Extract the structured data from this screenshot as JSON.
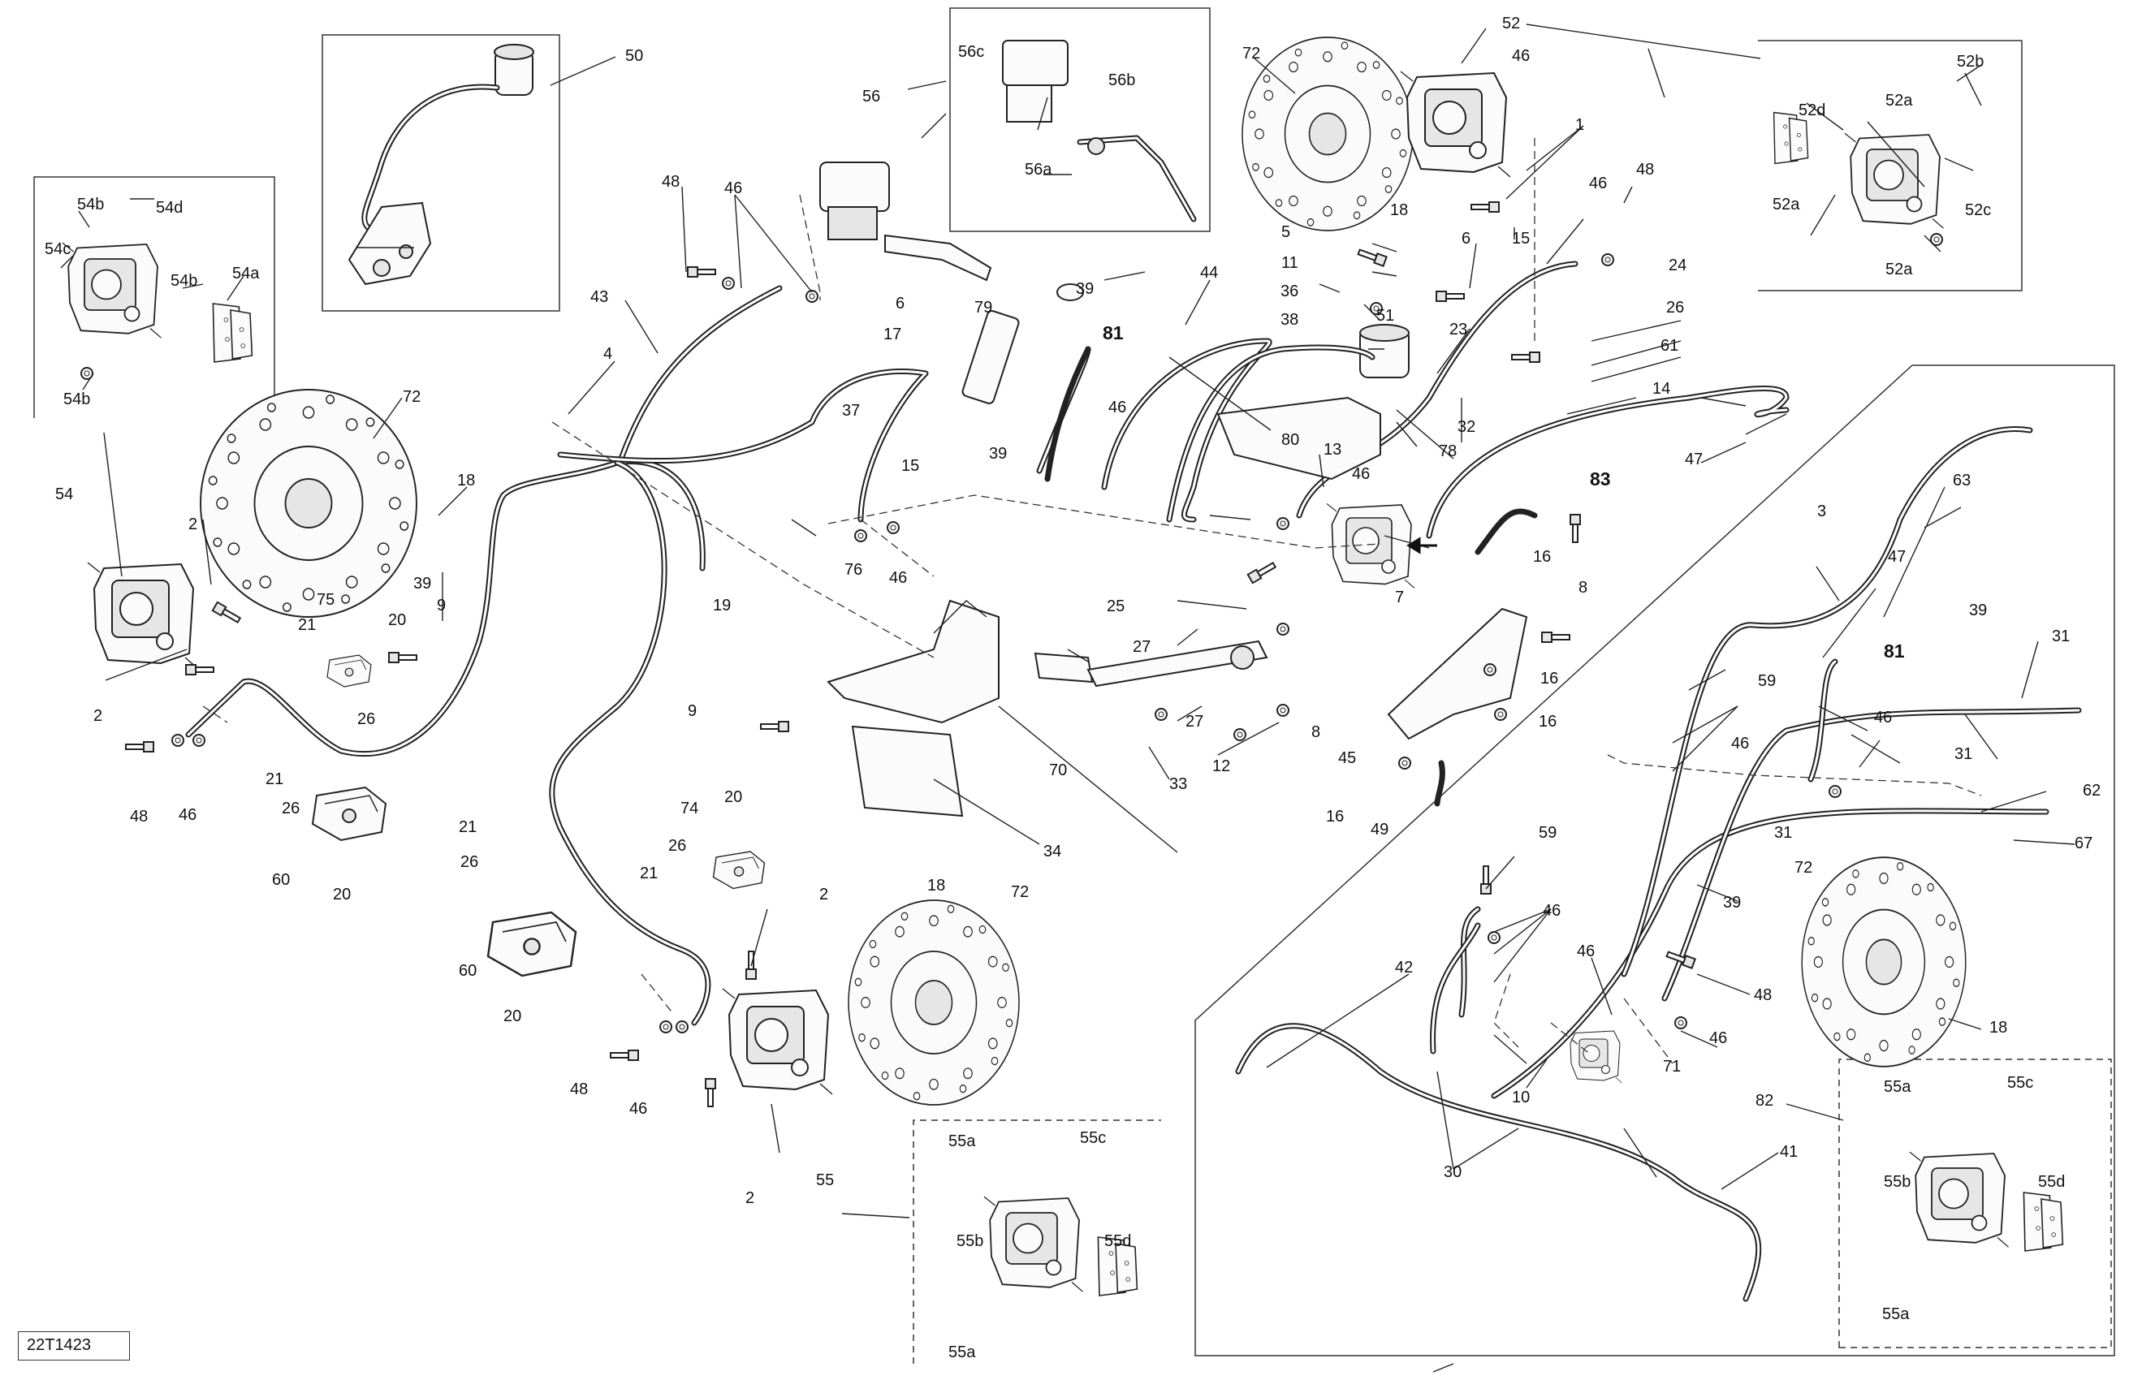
{
  "diagram": {
    "reference_code": "22T1423",
    "callouts": {
      "c1": "1",
      "c2": "2",
      "c3": "3",
      "c4": "4",
      "c5": "5",
      "c6": "6",
      "c7": "7",
      "c8": "8",
      "c9": "9",
      "c10": "10",
      "c11": "11",
      "c12": "12",
      "c13": "13",
      "c14": "14",
      "c15": "15",
      "c16": "16",
      "c17": "17",
      "c18": "18",
      "c19": "19",
      "c20": "20",
      "c21": "21",
      "c23": "23",
      "c24": "24",
      "c25": "25",
      "c26": "26",
      "c27": "27",
      "c30": "30",
      "c31": "31",
      "c32": "32",
      "c33": "33",
      "c34": "34",
      "c36": "36",
      "c37": "37",
      "c38": "38",
      "c39": "39",
      "c41": "41",
      "c42": "42",
      "c43": "43",
      "c44": "44",
      "c45": "45",
      "c46": "46",
      "c47": "47",
      "c48": "48",
      "c49": "49",
      "c50": "50",
      "c51": "51",
      "c52": "52",
      "c52a": "52a",
      "c52b": "52b",
      "c52c": "52c",
      "c52d": "52d",
      "c54": "54",
      "c54a": "54a",
      "c54b": "54b",
      "c54c": "54c",
      "c54d": "54d",
      "c55": "55",
      "c55a": "55a",
      "c55b": "55b",
      "c55c": "55c",
      "c55d": "55d",
      "c56": "56",
      "c56a": "56a",
      "c56b": "56b",
      "c56c": "56c",
      "c59": "59",
      "c60": "60",
      "c61": "61",
      "c62": "62",
      "c63": "63",
      "c67": "67",
      "c70": "70",
      "c71": "71",
      "c72": "72",
      "c74": "74",
      "c75": "75",
      "c76": "76",
      "c78": "78",
      "c79": "79",
      "c80": "80",
      "c81": "81",
      "c82": "82",
      "c83": "83"
    }
  }
}
